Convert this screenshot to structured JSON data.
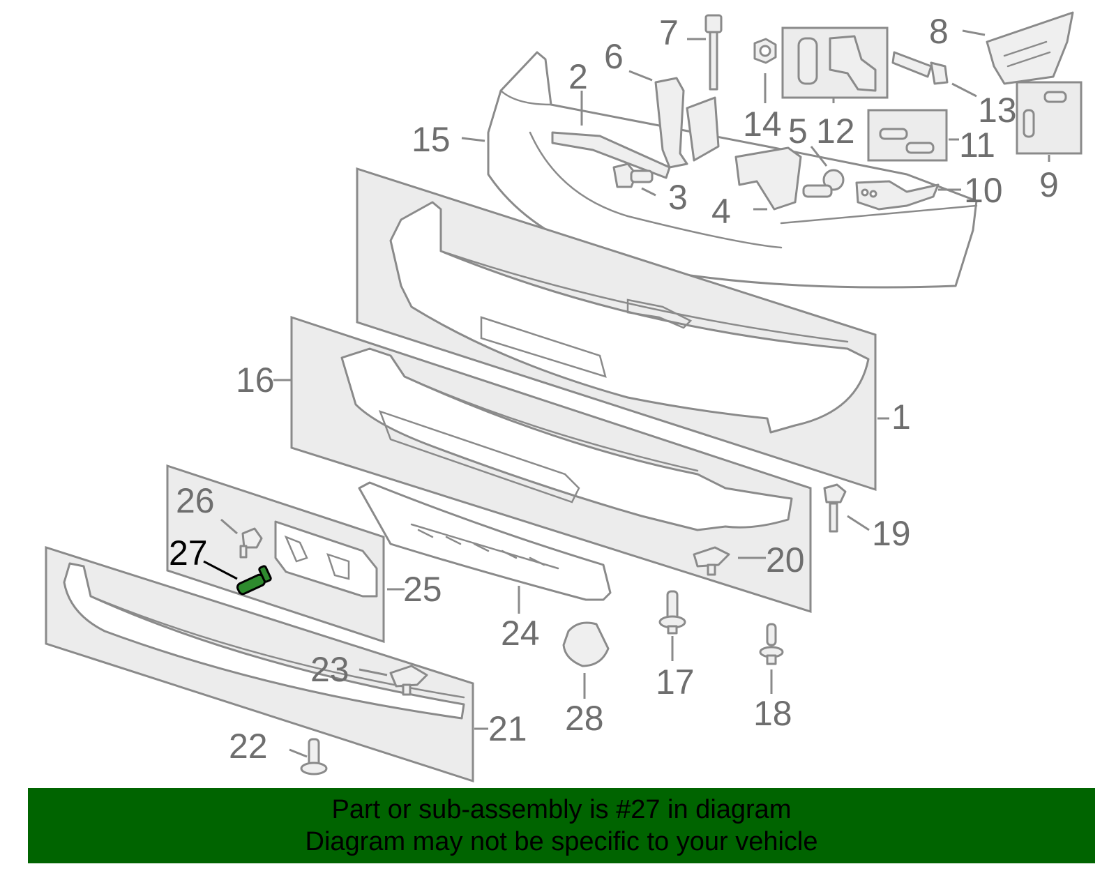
{
  "diagram": {
    "callouts": [
      {
        "id": "1",
        "label": "1"
      },
      {
        "id": "2",
        "label": "2"
      },
      {
        "id": "3",
        "label": "3"
      },
      {
        "id": "4",
        "label": "4"
      },
      {
        "id": "5",
        "label": "5"
      },
      {
        "id": "6",
        "label": "6"
      },
      {
        "id": "7",
        "label": "7"
      },
      {
        "id": "8",
        "label": "8"
      },
      {
        "id": "9",
        "label": "9"
      },
      {
        "id": "10",
        "label": "10"
      },
      {
        "id": "11",
        "label": "11"
      },
      {
        "id": "12",
        "label": "12"
      },
      {
        "id": "13",
        "label": "13"
      },
      {
        "id": "14",
        "label": "14"
      },
      {
        "id": "15",
        "label": "15"
      },
      {
        "id": "16",
        "label": "16"
      },
      {
        "id": "17",
        "label": "17"
      },
      {
        "id": "18",
        "label": "18"
      },
      {
        "id": "19",
        "label": "19"
      },
      {
        "id": "20",
        "label": "20"
      },
      {
        "id": "21",
        "label": "21"
      },
      {
        "id": "22",
        "label": "22"
      },
      {
        "id": "23",
        "label": "23"
      },
      {
        "id": "24",
        "label": "24"
      },
      {
        "id": "25",
        "label": "25"
      },
      {
        "id": "26",
        "label": "26"
      },
      {
        "id": "27",
        "label": "27"
      },
      {
        "id": "28",
        "label": "28"
      }
    ],
    "highlighted_part": "27",
    "highlight_color": "#2e8b2e",
    "part_stroke_color": "#8a8a8a"
  },
  "banner": {
    "line1": "Part or sub-assembly is #27 in diagram",
    "line2": "Diagram may not be specific to your vehicle",
    "background_color": "#006400"
  }
}
